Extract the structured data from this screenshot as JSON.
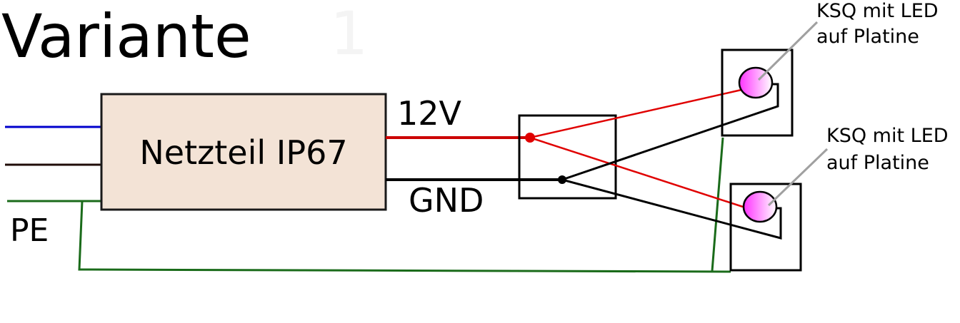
{
  "title": {
    "main": "Variante",
    "number": "1"
  },
  "colors": {
    "phase": "#0000cc",
    "neutral": "#200c08",
    "pe": "#1a6b1a",
    "v12": "#dd0000",
    "gnd": "#000000",
    "psu_fill": "#f3e3d6",
    "led_fill_dark": "#ff44ff",
    "led_fill_light": "#ffffff",
    "leader": "#a0a0a0"
  },
  "labels": {
    "pe": "PE",
    "psu": "Netzteil IP67",
    "v12": "12V",
    "gnd": "GND"
  },
  "leds": [
    {
      "line1": "KSQ mit LED",
      "line2": "auf Platine"
    },
    {
      "line1": "KSQ mit LED",
      "line2": "auf Platine"
    }
  ]
}
